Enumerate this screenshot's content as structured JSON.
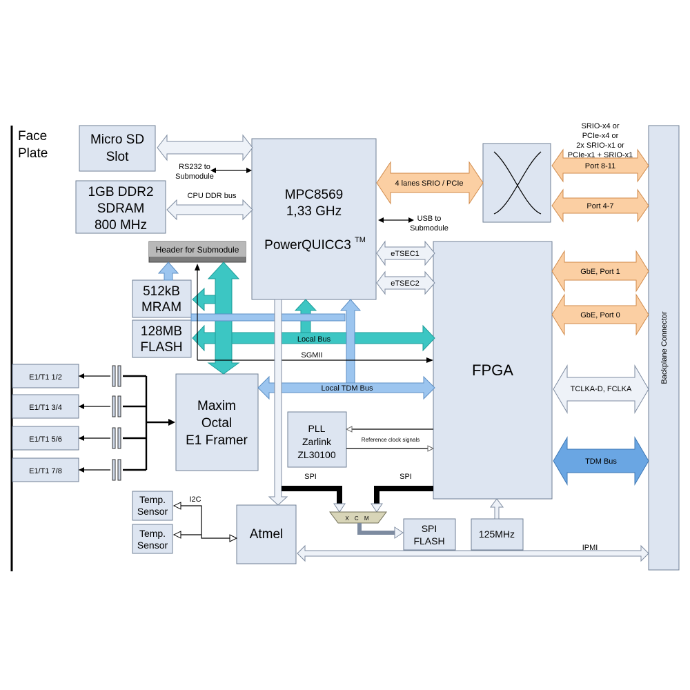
{
  "face_plate": {
    "line1": "Face",
    "line2": "Plate"
  },
  "blocks": {
    "micro_sd": [
      "Micro SD",
      "Slot"
    ],
    "ddr": [
      "1GB DDR2",
      "SDRAM",
      "800 MHz"
    ],
    "header": "Header for Submodule",
    "mram": [
      "512kB",
      "MRAM"
    ],
    "flash": [
      "128MB",
      "FLASH"
    ],
    "cpu": [
      "MPC8569",
      "1,33 GHz",
      "PowerQUICC3"
    ],
    "cpu_tm": "TM",
    "fpga": "FPGA",
    "framer": [
      "Maxim",
      "Octal",
      "E1 Framer"
    ],
    "pll": [
      "PLL",
      "Zarlink",
      "ZL30100"
    ],
    "atmel": "Atmel",
    "spi_flash": [
      "SPI",
      "FLASH"
    ],
    "clock": "125MHz",
    "backplane": "Backplane Connector",
    "mux": "X C M",
    "e1_ports": [
      "E1/T1 1/2",
      "E1/T1 3/4",
      "E1/T1 5/6",
      "E1/T1 7/8"
    ],
    "temp1": [
      "Temp.",
      "Sensor"
    ],
    "temp2": [
      "Temp.",
      "Sensor"
    ]
  },
  "labels": {
    "rs232": [
      "RS232 to",
      "Submodule"
    ],
    "cpu_ddr": "CPU DDR bus",
    "srio_pcie": "4 lanes SRIO / PCIe",
    "usb": [
      "USB to",
      "Submodule"
    ],
    "etsec1": "eTSEC1",
    "etsec2": "eTSEC2",
    "local_bus": "Local Bus",
    "sgmii": "SGMII",
    "local_tdm": "Local TDM Bus",
    "ref_clock": "Reference clock signals",
    "spi_left": "SPI",
    "spi_right": "SPI",
    "i2c": "I2C",
    "ipmi": "IPMI",
    "srio_options": [
      "SRIO-x4 or",
      "PCIe-x4 or",
      "2x SRIO-x1 or",
      "PCIe-x1 + SRIO-x1"
    ],
    "port_8_11": "Port 8-11",
    "port_4_7": "Port 4-7",
    "gbe1": "GbE, Port 1",
    "gbe0": "GbE, Port 0",
    "tclka": "TCLKA-D, FCLKA",
    "tdm_bus": "TDM Bus"
  },
  "colors": {
    "box_fill": "#dde5f1",
    "orange": "#fbcfa3",
    "teal": "#3cc6c3",
    "light_blue": "#9cc5ef",
    "blue": "#6aa6e3"
  }
}
